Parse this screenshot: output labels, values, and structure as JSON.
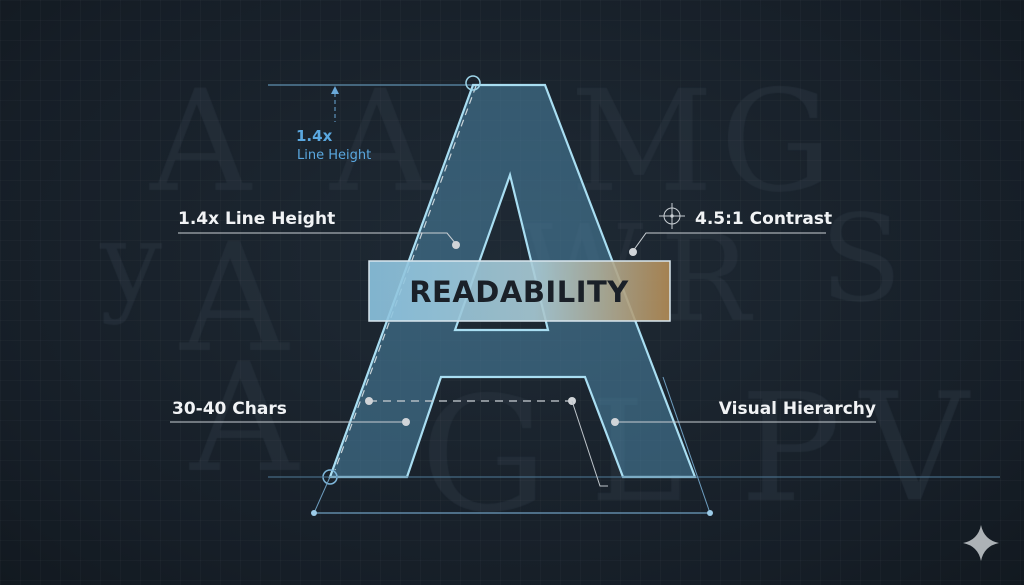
{
  "title": "READABILITY",
  "dimension": {
    "value": "1.4x",
    "caption": "Line Height"
  },
  "callouts": {
    "line_height": "1.4x Line Height",
    "contrast": "4.5:1 Contrast",
    "chars": "30-40 Chars",
    "hierarchy": "Visual Hierarchy"
  },
  "background_glyphs": [
    "A",
    "A",
    "M",
    "G",
    "y",
    "A",
    "W",
    "R",
    "S",
    "A",
    "G",
    "L",
    "P",
    "V"
  ],
  "colors": {
    "letter_stroke": "#a9def2",
    "letter_fill": "#4d86a8",
    "accent_blue": "#5aa8e0",
    "banner_gold": "#b8955e"
  }
}
